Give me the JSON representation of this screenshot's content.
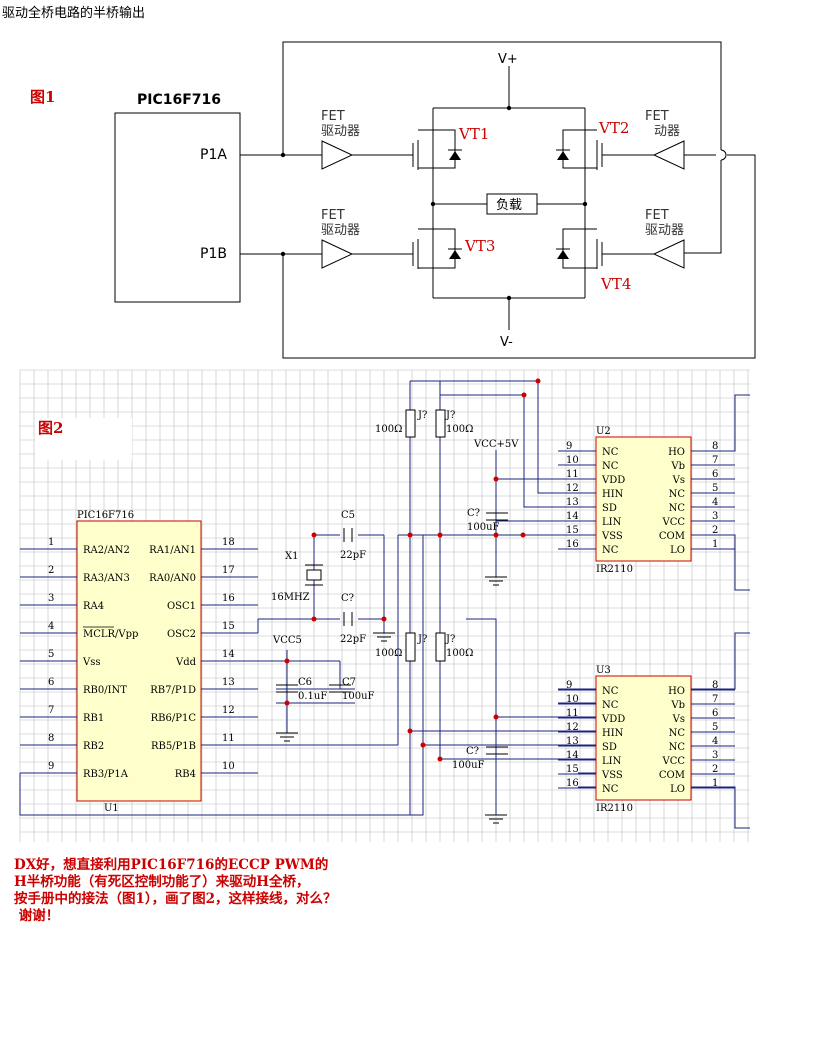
{
  "page_title": "驱动全桥电路的半桥输出",
  "fig1": {
    "label": "图1",
    "mcu_name": "PIC16F716",
    "p1a": "P1A",
    "p1b": "P1B",
    "vplus": "V+",
    "vminus": "V-",
    "load": "负载",
    "fet": "FET",
    "driver": "驱动器",
    "driver_cut": "动器",
    "vt1": "VT1",
    "vt2": "VT2",
    "vt3": "VT3",
    "vt4": "VT4"
  },
  "fig2": {
    "label": "图2",
    "u1": {
      "title": "PIC16F716",
      "ref": "U1",
      "left_pins": [
        {
          "num": "1",
          "name": "RA2/AN2"
        },
        {
          "num": "2",
          "name": "RA3/AN3"
        },
        {
          "num": "3",
          "name": "RA4"
        },
        {
          "num": "4",
          "name": "MCLR/Vpp"
        },
        {
          "num": "5",
          "name": "Vss"
        },
        {
          "num": "6",
          "name": "RB0/INT"
        },
        {
          "num": "7",
          "name": "RB1"
        },
        {
          "num": "8",
          "name": "RB2"
        },
        {
          "num": "9",
          "name": "RB3/P1A"
        }
      ],
      "right_pins": [
        {
          "num": "18",
          "name": "RA1/AN1"
        },
        {
          "num": "17",
          "name": "RA0/AN0"
        },
        {
          "num": "16",
          "name": "OSC1"
        },
        {
          "num": "15",
          "name": "OSC2"
        },
        {
          "num": "14",
          "name": "Vdd"
        },
        {
          "num": "13",
          "name": "RB7/P1D"
        },
        {
          "num": "12",
          "name": "RB6/P1C"
        },
        {
          "num": "11",
          "name": "RB5/P1B"
        },
        {
          "num": "10",
          "name": "RB4"
        }
      ]
    },
    "ir_left_pins": [
      {
        "num": "9",
        "name": "NC"
      },
      {
        "num": "10",
        "name": "NC"
      },
      {
        "num": "11",
        "name": "VDD"
      },
      {
        "num": "12",
        "name": "HIN"
      },
      {
        "num": "13",
        "name": "SD"
      },
      {
        "num": "14",
        "name": "LIN"
      },
      {
        "num": "15",
        "name": "VSS"
      },
      {
        "num": "16",
        "name": "NC"
      }
    ],
    "ir_right_pins": [
      {
        "num": "8",
        "name": "HO"
      },
      {
        "num": "7",
        "name": "Vb"
      },
      {
        "num": "6",
        "name": "Vs"
      },
      {
        "num": "5",
        "name": "NC"
      },
      {
        "num": "4",
        "name": "NC"
      },
      {
        "num": "3",
        "name": "VCC"
      },
      {
        "num": "2",
        "name": "COM"
      },
      {
        "num": "1",
        "name": "LO"
      }
    ],
    "u2_ref": "U2",
    "u3_ref": "U3",
    "ir_part": "IR2110",
    "c5": "C5",
    "c5_val": "22pF",
    "cq": "C?",
    "cq_val": "22pF",
    "x1": "X1",
    "x1_val": "16MHZ",
    "vcc5": "VCC5",
    "c6": "C6",
    "c6_val": "0.1uF",
    "c7": "C7",
    "c7_val": "100uF",
    "r_val": "100Ω",
    "j": "J?",
    "vcc_5v": "VCC+5V",
    "c_top": "C?",
    "c_top_val": "100uF",
    "c_bot": "C?",
    "c_bot_val": "100uF"
  },
  "question": "DX好，想直接利用PIC16F716的ECCP PWM的\nH半桥功能（有死区控制功能了）来驱动H全桥，\n按手册中的接法（图1），画了图2，这样接线，对么？\n 谢谢！"
}
